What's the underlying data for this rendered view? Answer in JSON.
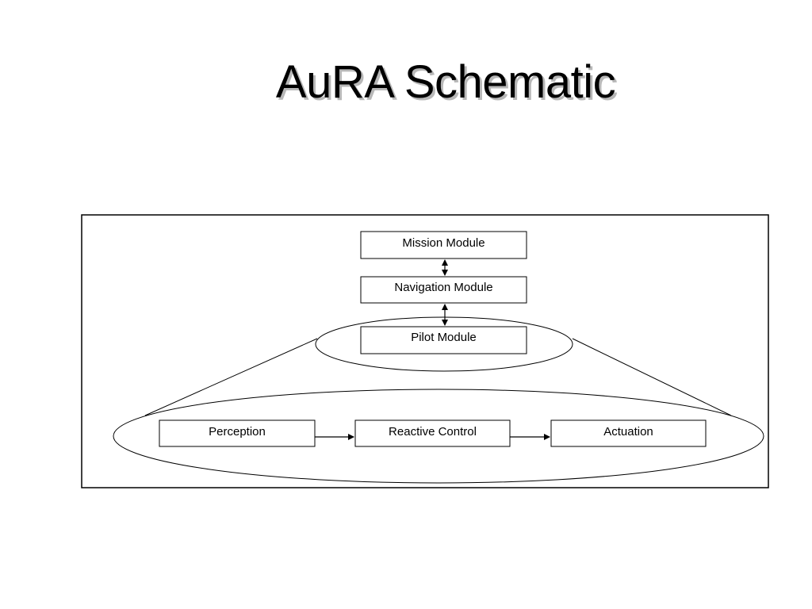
{
  "slide": {
    "title": "AuRA Schematic"
  },
  "diagram": {
    "modules": {
      "mission": "Mission Module",
      "navigation": "Navigation Module",
      "pilot": "Pilot Module"
    },
    "reactive": {
      "perception": "Perception",
      "reactive_control": "Reactive Control",
      "actuation": "Actuation"
    }
  }
}
